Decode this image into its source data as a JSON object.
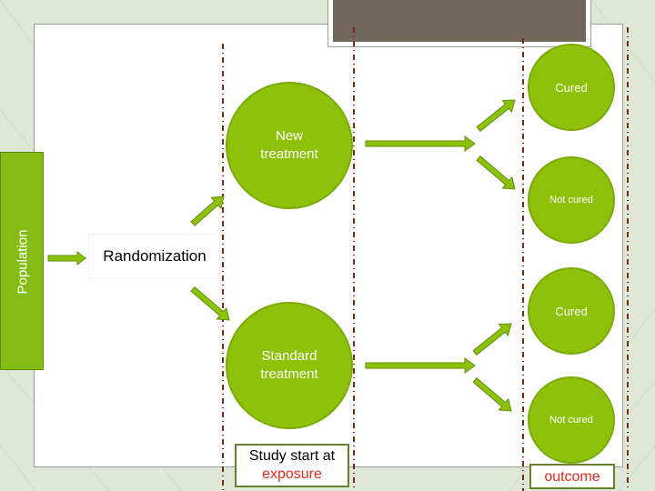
{
  "population": {
    "label": "Population"
  },
  "randomization": {
    "label": "Randomization"
  },
  "arms": [
    {
      "treatment": [
        "New",
        "treatment"
      ],
      "outcomes": [
        {
          "label": "Cured"
        },
        {
          "label": "Not cured"
        }
      ]
    },
    {
      "treatment": [
        "Standard",
        "treatment"
      ],
      "outcomes": [
        {
          "label": "Cured"
        },
        {
          "label": "Not cured"
        }
      ]
    }
  ],
  "study_start": {
    "line1": "Study start at",
    "line2": "exposure"
  },
  "outcome": {
    "label": "outcome"
  },
  "colors": {
    "circle_fill": "#8dc10a",
    "arrow_fill": "#8dc10a",
    "divider_line": "#7a2a10",
    "accent_text": "#e8291d",
    "header_bar": "#6f665c"
  }
}
